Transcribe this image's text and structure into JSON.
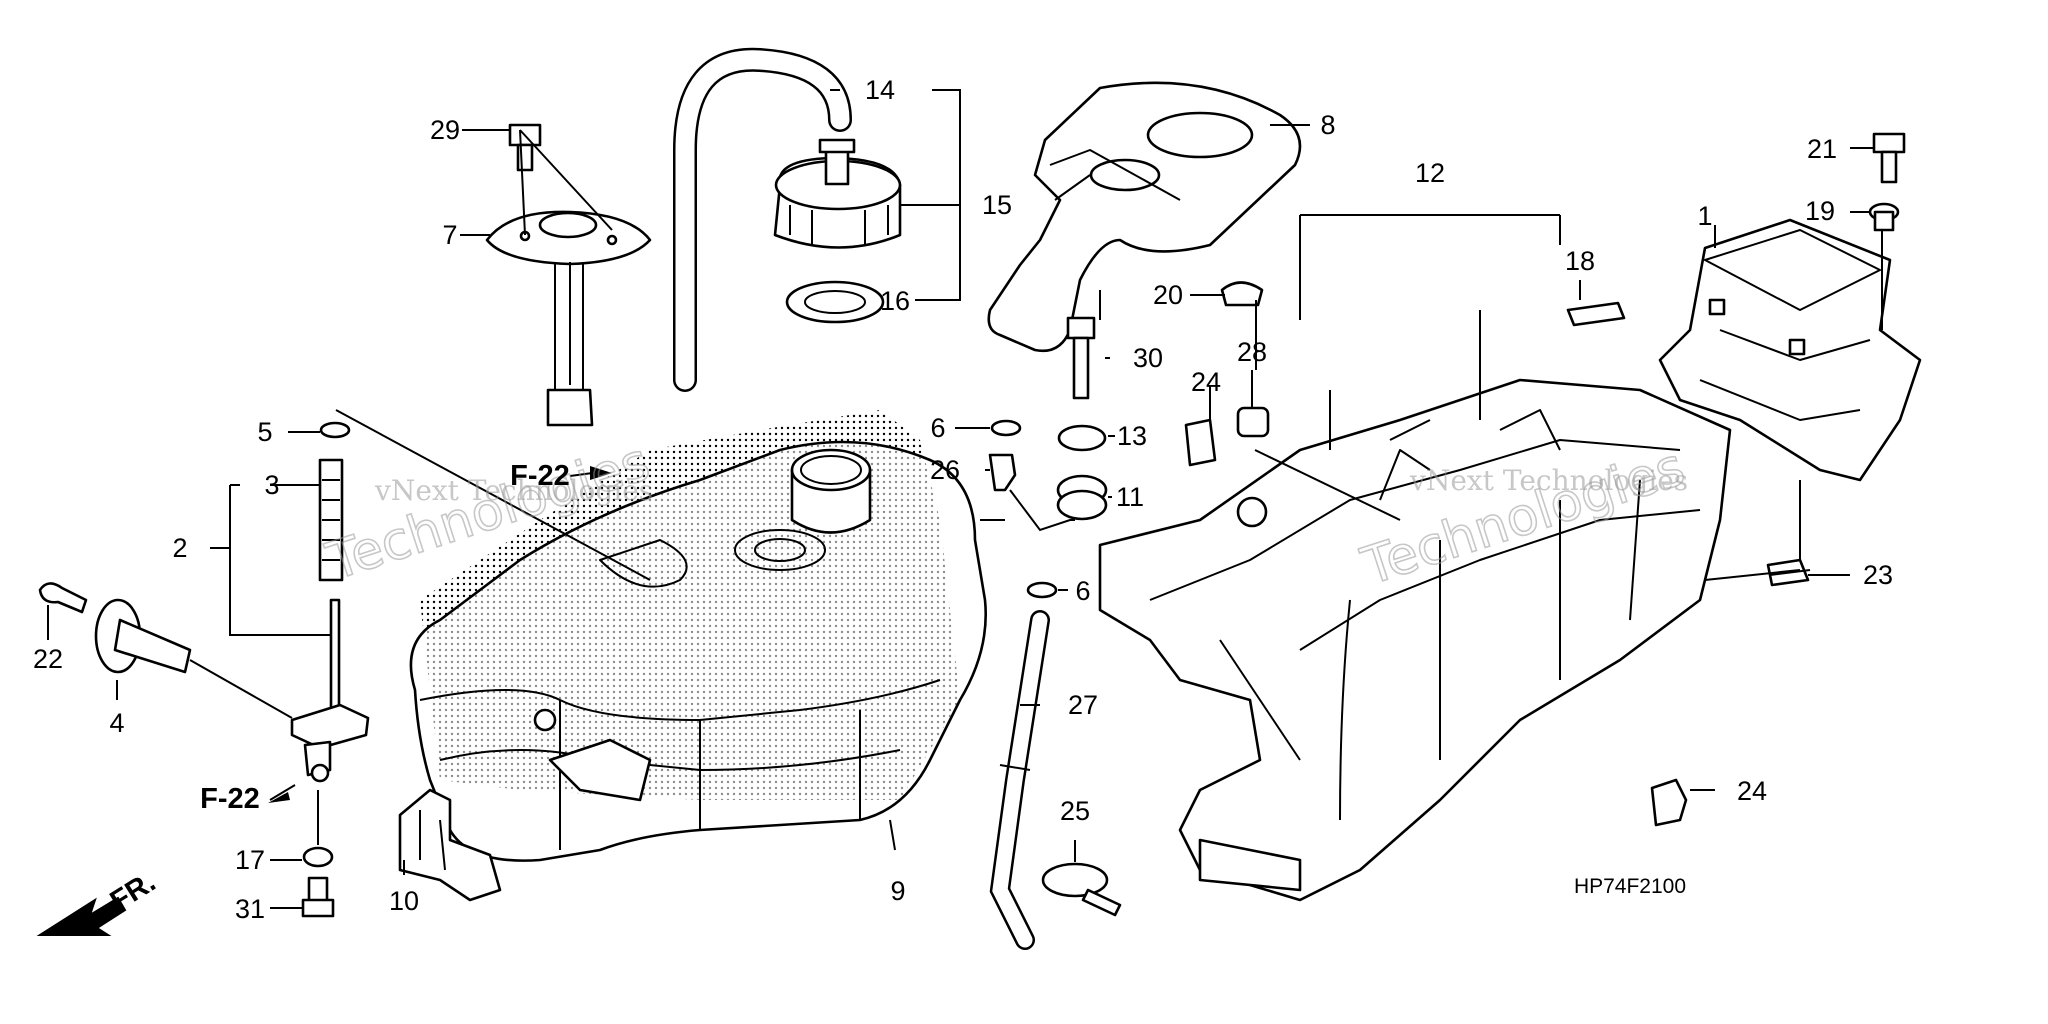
{
  "diagram_code": "HP74F2100",
  "direction_label": "FR.",
  "reference_labels": [
    {
      "id": "ref-left",
      "text": "F-22"
    },
    {
      "id": "ref-top",
      "text": "F-22"
    }
  ],
  "watermarks": [
    {
      "text": "vNext Technologies"
    },
    {
      "text": "vNext Technologies"
    },
    {
      "text": "Technologies"
    },
    {
      "text": "Technologies"
    }
  ],
  "callouts": [
    "1",
    "2",
    "3",
    "4",
    "5",
    "6",
    "6",
    "7",
    "8",
    "9",
    "10",
    "11",
    "12",
    "13",
    "14",
    "15",
    "16",
    "17",
    "18",
    "19",
    "20",
    "21",
    "22",
    "23",
    "24",
    "24",
    "25",
    "26",
    "27",
    "28",
    "29",
    "30",
    "31"
  ]
}
